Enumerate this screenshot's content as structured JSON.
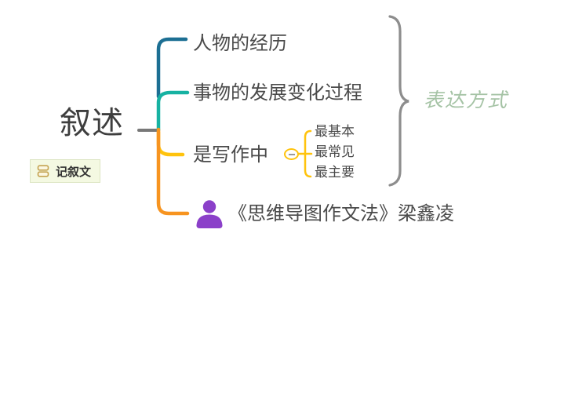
{
  "root": {
    "label": "叙述"
  },
  "tag": {
    "label": "记叙文"
  },
  "topics": [
    {
      "label": "人物的经历"
    },
    {
      "label": "事物的发展变化过程"
    },
    {
      "label": "是写作中",
      "children": [
        "最基本",
        "最常见",
        "最主要"
      ]
    },
    {
      "label": "《思维导图作文法》梁鑫凌"
    }
  ],
  "summary": {
    "label": "表达方式"
  },
  "colors": {
    "branch1": "#1c6f93",
    "branch2": "#17b2a2",
    "branch3": "#ffc30d",
    "branch4": "#f79420",
    "root_connector": "#787878",
    "brace": "#8d8d8d",
    "brace_label": "#a5c3a5",
    "marker_purple": "#8b40c9",
    "tag_bg": "#f4f9e2",
    "text": "#4a4a4a"
  }
}
